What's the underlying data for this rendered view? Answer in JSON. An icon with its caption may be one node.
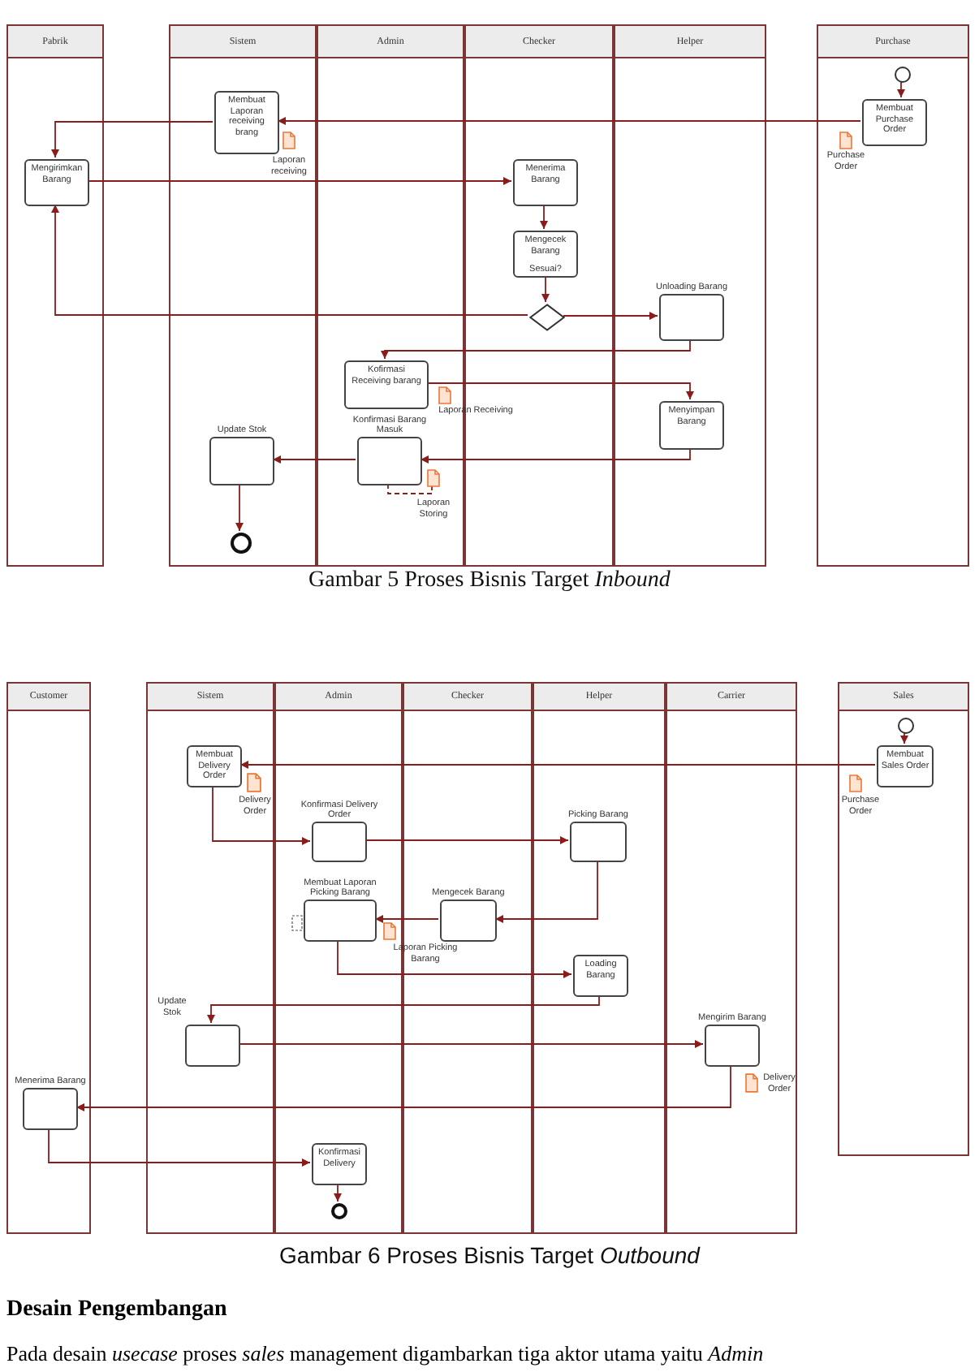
{
  "diagram": {
    "nodes": [
      {
        "text": [
          "Pabrik"
        ]
      },
      {
        "text": [
          "Sistem"
        ]
      },
      {
        "text": [
          "Admin"
        ]
      },
      {
        "text": [
          "Checker"
        ]
      },
      {
        "text": [
          "Helper"
        ]
      },
      {
        "text": [
          "Purchase"
        ]
      },
      {
        "text": [],
        "shape": "circle",
        "in": 5
      },
      {
        "text": [
          "Membuat Purchase Order"
        ],
        "in": 5
      },
      {
        "text": [
          "Purchase Order"
        ],
        "in": 5
      },
      {
        "text": [
          "Membuat Laporan receiving brang"
        ],
        "in": 1
      },
      {
        "text": [
          "Laporan receiving"
        ],
        "in": 1
      },
      {
        "text": [
          "Mengirimkan Barang"
        ],
        "in": 0
      },
      {
        "text": [
          "Menerima Barang"
        ],
        "in": 3
      },
      {
        "text": [
          "Mengecek Barang",
          "Sesuai?"
        ],
        "in": 3
      },
      {
        "text": [],
        "shape": "diamond",
        "in": 3
      },
      {
        "text": [
          "Unloading Barang"
        ],
        "in": 4
      },
      {
        "text": [
          "Kofirmasi Receiving barang"
        ],
        "in": 2
      },
      {
        "text": [
          "Laporan Receiving"
        ]
      },
      {
        "text": [
          "Menyimpan Barang"
        ],
        "in": 4
      },
      {
        "text": [
          "Update Stok"
        ],
        "in": 1
      },
      {
        "text": [
          "Konfirmasi Barang Masuk"
        ],
        "in": 2
      },
      {
        "text": [
          "Laporan Storing"
        ],
        "in": 2
      },
      {
        "text": [],
        "shape": "circle",
        "in": 1
      },
      {
        "text": [
          "Customer"
        ]
      },
      {
        "text": [
          "Sistem"
        ]
      },
      {
        "text": [
          "Admin"
        ]
      },
      {
        "text": [
          "Checker"
        ]
      },
      {
        "text": [
          "Helper"
        ]
      },
      {
        "text": [
          "Carrier"
        ]
      },
      {
        "text": [
          "Sales"
        ]
      },
      {
        "text": [],
        "shape": "circle",
        "in": 29
      },
      {
        "text": [
          "Membuat Sales Order"
        ],
        "in": 29
      },
      {
        "text": [
          "Purchase Order"
        ],
        "in": 29
      },
      {
        "text": [
          "Membuat Delivery Order"
        ],
        "in": 24
      },
      {
        "text": [
          "Delivery Order"
        ],
        "in": 24
      },
      {
        "text": [
          "Konfirmasi Delivery Order"
        ],
        "in": 25
      },
      {
        "text": [
          "Picking Barang"
        ],
        "in": 27
      },
      {
        "text": [
          "Membuat Laporan Picking Barang"
        ],
        "in": 25
      },
      {
        "text": [
          "Mengecek Barang"
        ],
        "in": 26
      },
      {
        "text": [
          "Laporan Picking Barang"
        ]
      },
      {
        "text": [
          "Loading Barang"
        ],
        "in": 27
      },
      {
        "text": [
          "Update Stok"
        ],
        "in": 24
      },
      {
        "text": [
          "Mengirim Barang"
        ],
        "in": 28
      },
      {
        "text": [
          "Delivery Order"
        ],
        "in": 28
      },
      {
        "text": [
          "Menerima Barang"
        ],
        "in": 23
      },
      {
        "text": [
          "Konfirmasi Delivery"
        ],
        "in": 25
      },
      {
        "text": [],
        "shape": "circle",
        "in": 25
      }
    ],
    "edges": [
      {
        "from": 6,
        "to": 7,
        "arrow": "to"
      },
      {
        "from": 7,
        "to": 9,
        "arrow": "to"
      },
      {
        "from": 9,
        "to": 11,
        "arrow": "to"
      },
      {
        "from": 11,
        "to": 12,
        "arrow": "to"
      },
      {
        "from": 12,
        "to": 13,
        "arrow": "to"
      },
      {
        "from": 13,
        "to": 14,
        "arrow": "to"
      },
      {
        "from": 14,
        "to": 15,
        "arrow": "to"
      },
      {
        "from": 14,
        "to": 11,
        "arrow": "to"
      },
      {
        "from": 15,
        "to": 16,
        "arrow": "to"
      },
      {
        "from": 16,
        "to": 18,
        "arrow": "to"
      },
      {
        "from": 18,
        "to": 20,
        "arrow": "to"
      },
      {
        "from": 20,
        "to": 19,
        "arrow": "to"
      },
      {
        "from": 19,
        "to": 22,
        "arrow": "to"
      },
      {
        "from": 20,
        "to": 21,
        "arrow": "none",
        "style": "dashed"
      },
      {
        "from": 30,
        "to": 31,
        "arrow": "to"
      },
      {
        "from": 31,
        "to": 33,
        "arrow": "to"
      },
      {
        "from": 33,
        "to": 35,
        "arrow": "to"
      },
      {
        "from": 35,
        "to": 36,
        "arrow": "to"
      },
      {
        "from": 36,
        "to": 38,
        "arrow": "to"
      },
      {
        "from": 38,
        "to": 37,
        "arrow": "to"
      },
      {
        "from": 37,
        "to": 40,
        "arrow": "to"
      },
      {
        "from": 40,
        "to": 41,
        "arrow": "to"
      },
      {
        "from": 41,
        "to": 42,
        "arrow": "to"
      },
      {
        "from": 42,
        "to": 44,
        "arrow": "to"
      },
      {
        "from": 44,
        "to": 45,
        "arrow": "to"
      },
      {
        "from": 45,
        "to": 46,
        "arrow": "to"
      }
    ],
    "labels": [
      "Gambar 5 Proses Bisnis Target *Inbound*",
      "Gambar 6 Proses Bisnis Target *Outbound*",
      "Desain Pengembangan",
      "Pada desain *usecase* proses *sales* management digambarkan tiga aktor utama yaitu *Admin*"
    ]
  }
}
